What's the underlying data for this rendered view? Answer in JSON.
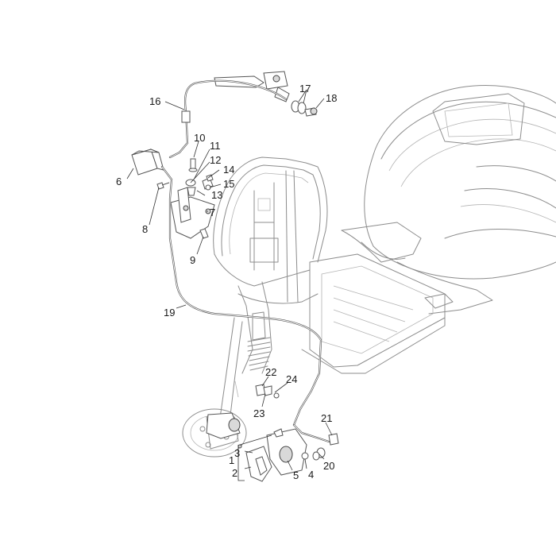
{
  "diagram": {
    "callouts": {
      "c1": "1",
      "c2": "2",
      "c3": "3",
      "c4": "4",
      "c5": "5",
      "c6": "6",
      "c7": "7",
      "c8": "8",
      "c9": "9",
      "c10": "10",
      "c11": "11",
      "c12": "12",
      "c13": "13",
      "c14": "14",
      "c15": "15",
      "c16": "16",
      "c17": "17",
      "c18": "18",
      "c19": "19",
      "c20": "20",
      "c21": "21",
      "c22": "22",
      "c23": "23",
      "c24": "24"
    },
    "stroke_colors": {
      "outline": "#8c8c8c",
      "part": "#555555",
      "text": "#1a1a1a"
    }
  }
}
